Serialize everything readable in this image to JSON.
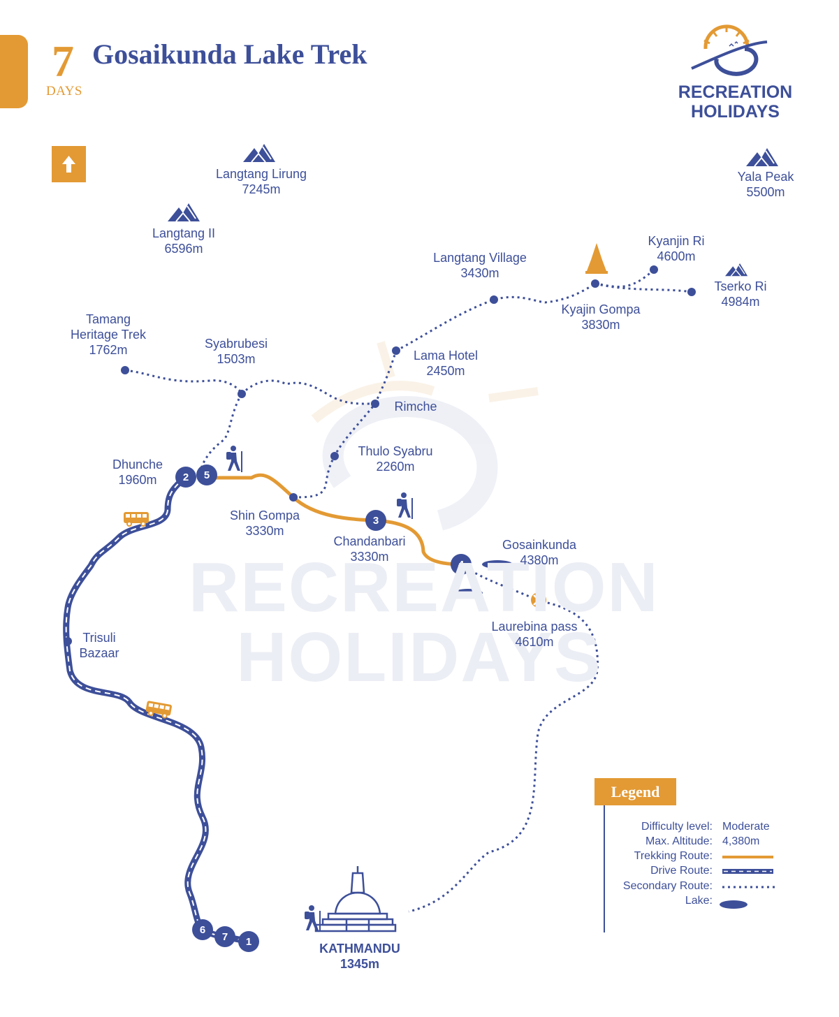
{
  "header": {
    "days_number": "7",
    "days_label": "DAYS",
    "title": "Gosaikunda Lake Trek"
  },
  "brand": {
    "line1": "RECREATION",
    "line2": "HOLIDAYS"
  },
  "watermark": {
    "line1": "RECREATION",
    "line2": "HOLIDAYS"
  },
  "peaks": [
    {
      "name": "Langtang Lirung",
      "altitude": "7245m"
    },
    {
      "name": "Langtang II",
      "altitude": "6596m"
    },
    {
      "name": "Yala Peak",
      "altitude": "5500m"
    },
    {
      "name": "Kyanjin Ri",
      "altitude": "4600m"
    },
    {
      "name": "Tserko Ri",
      "altitude": "4984m"
    }
  ],
  "places": [
    {
      "name": "Langtang Village",
      "altitude": "3430m"
    },
    {
      "name": "Kyajin Gompa",
      "altitude": "3830m"
    },
    {
      "name_line1": "Tamang",
      "name_line2": "Heritage Trek",
      "altitude": "1762m"
    },
    {
      "name": "Syabrubesi",
      "altitude": "1503m"
    },
    {
      "name": "Lama Hotel",
      "altitude": "2450m"
    },
    {
      "name": "Rimche"
    },
    {
      "name": "Thulo Syabru",
      "altitude": "2260m"
    },
    {
      "name": "Dhunche",
      "altitude": "1960m"
    },
    {
      "name": "Shin Gompa",
      "altitude": "3330m"
    },
    {
      "name": "Chandanbari",
      "altitude": "3330m"
    },
    {
      "name": "Gosainkunda",
      "altitude": "4380m"
    },
    {
      "name": "Laurebina pass",
      "altitude": "4610m"
    },
    {
      "name_line1": "Trisuli",
      "name_line2": "Bazaar"
    },
    {
      "name": "KATHMANDU",
      "altitude": "1345m"
    }
  ],
  "day_markers": [
    "1",
    "2",
    "3",
    "4",
    "5",
    "6",
    "7"
  ],
  "legend": {
    "title": "Legend",
    "difficulty_label": "Difficulty level:",
    "difficulty_value": "Moderate",
    "altitude_label": "Max. Altitude:",
    "altitude_value": "4,380m",
    "trekking_label": "Trekking Route:",
    "drive_label": "Drive Route:",
    "secondary_label": "Secondary Route:",
    "lake_label": "Lake:"
  },
  "icons": [
    "north-arrow-icon",
    "mountain-icon",
    "bus-icon",
    "hiker-icon",
    "stupa-icon",
    "temple-icon",
    "pass-icon",
    "sun-logo-icon"
  ],
  "colors": {
    "primary_blue": "#3d4f99",
    "accent_orange": "#e39a34",
    "watermark": "#eceef5"
  }
}
